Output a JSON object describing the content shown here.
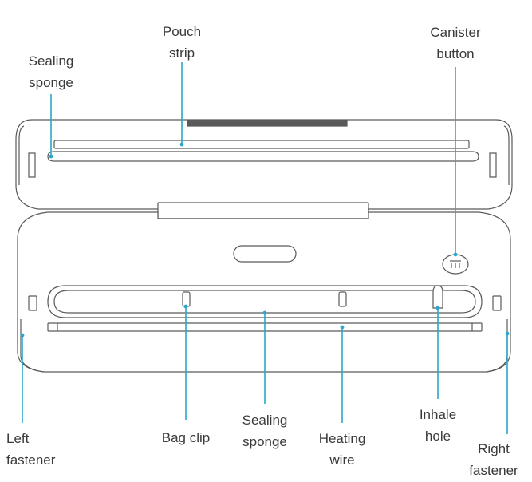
{
  "colors": {
    "leader": "#2aa7c9",
    "outline": "#5a5a5a",
    "text": "#3a3a3a"
  },
  "labels": {
    "pouch_strip": [
      "Pouch",
      "strip"
    ],
    "sealing_sponge_top": [
      "Sealing",
      "sponge"
    ],
    "canister_button": [
      "Canister",
      "button"
    ],
    "left_fastener": [
      "Left",
      "fastener"
    ],
    "bag_clip": [
      "Bag clip"
    ],
    "sealing_sponge_bottom": [
      "Sealing",
      "sponge"
    ],
    "heating_wire": [
      "Heating",
      "wire"
    ],
    "inhale_hole": [
      "Inhale",
      "hole"
    ],
    "right_fastener": [
      "Right",
      "fastener"
    ]
  },
  "canister_icon_symbol": "canister-icon"
}
